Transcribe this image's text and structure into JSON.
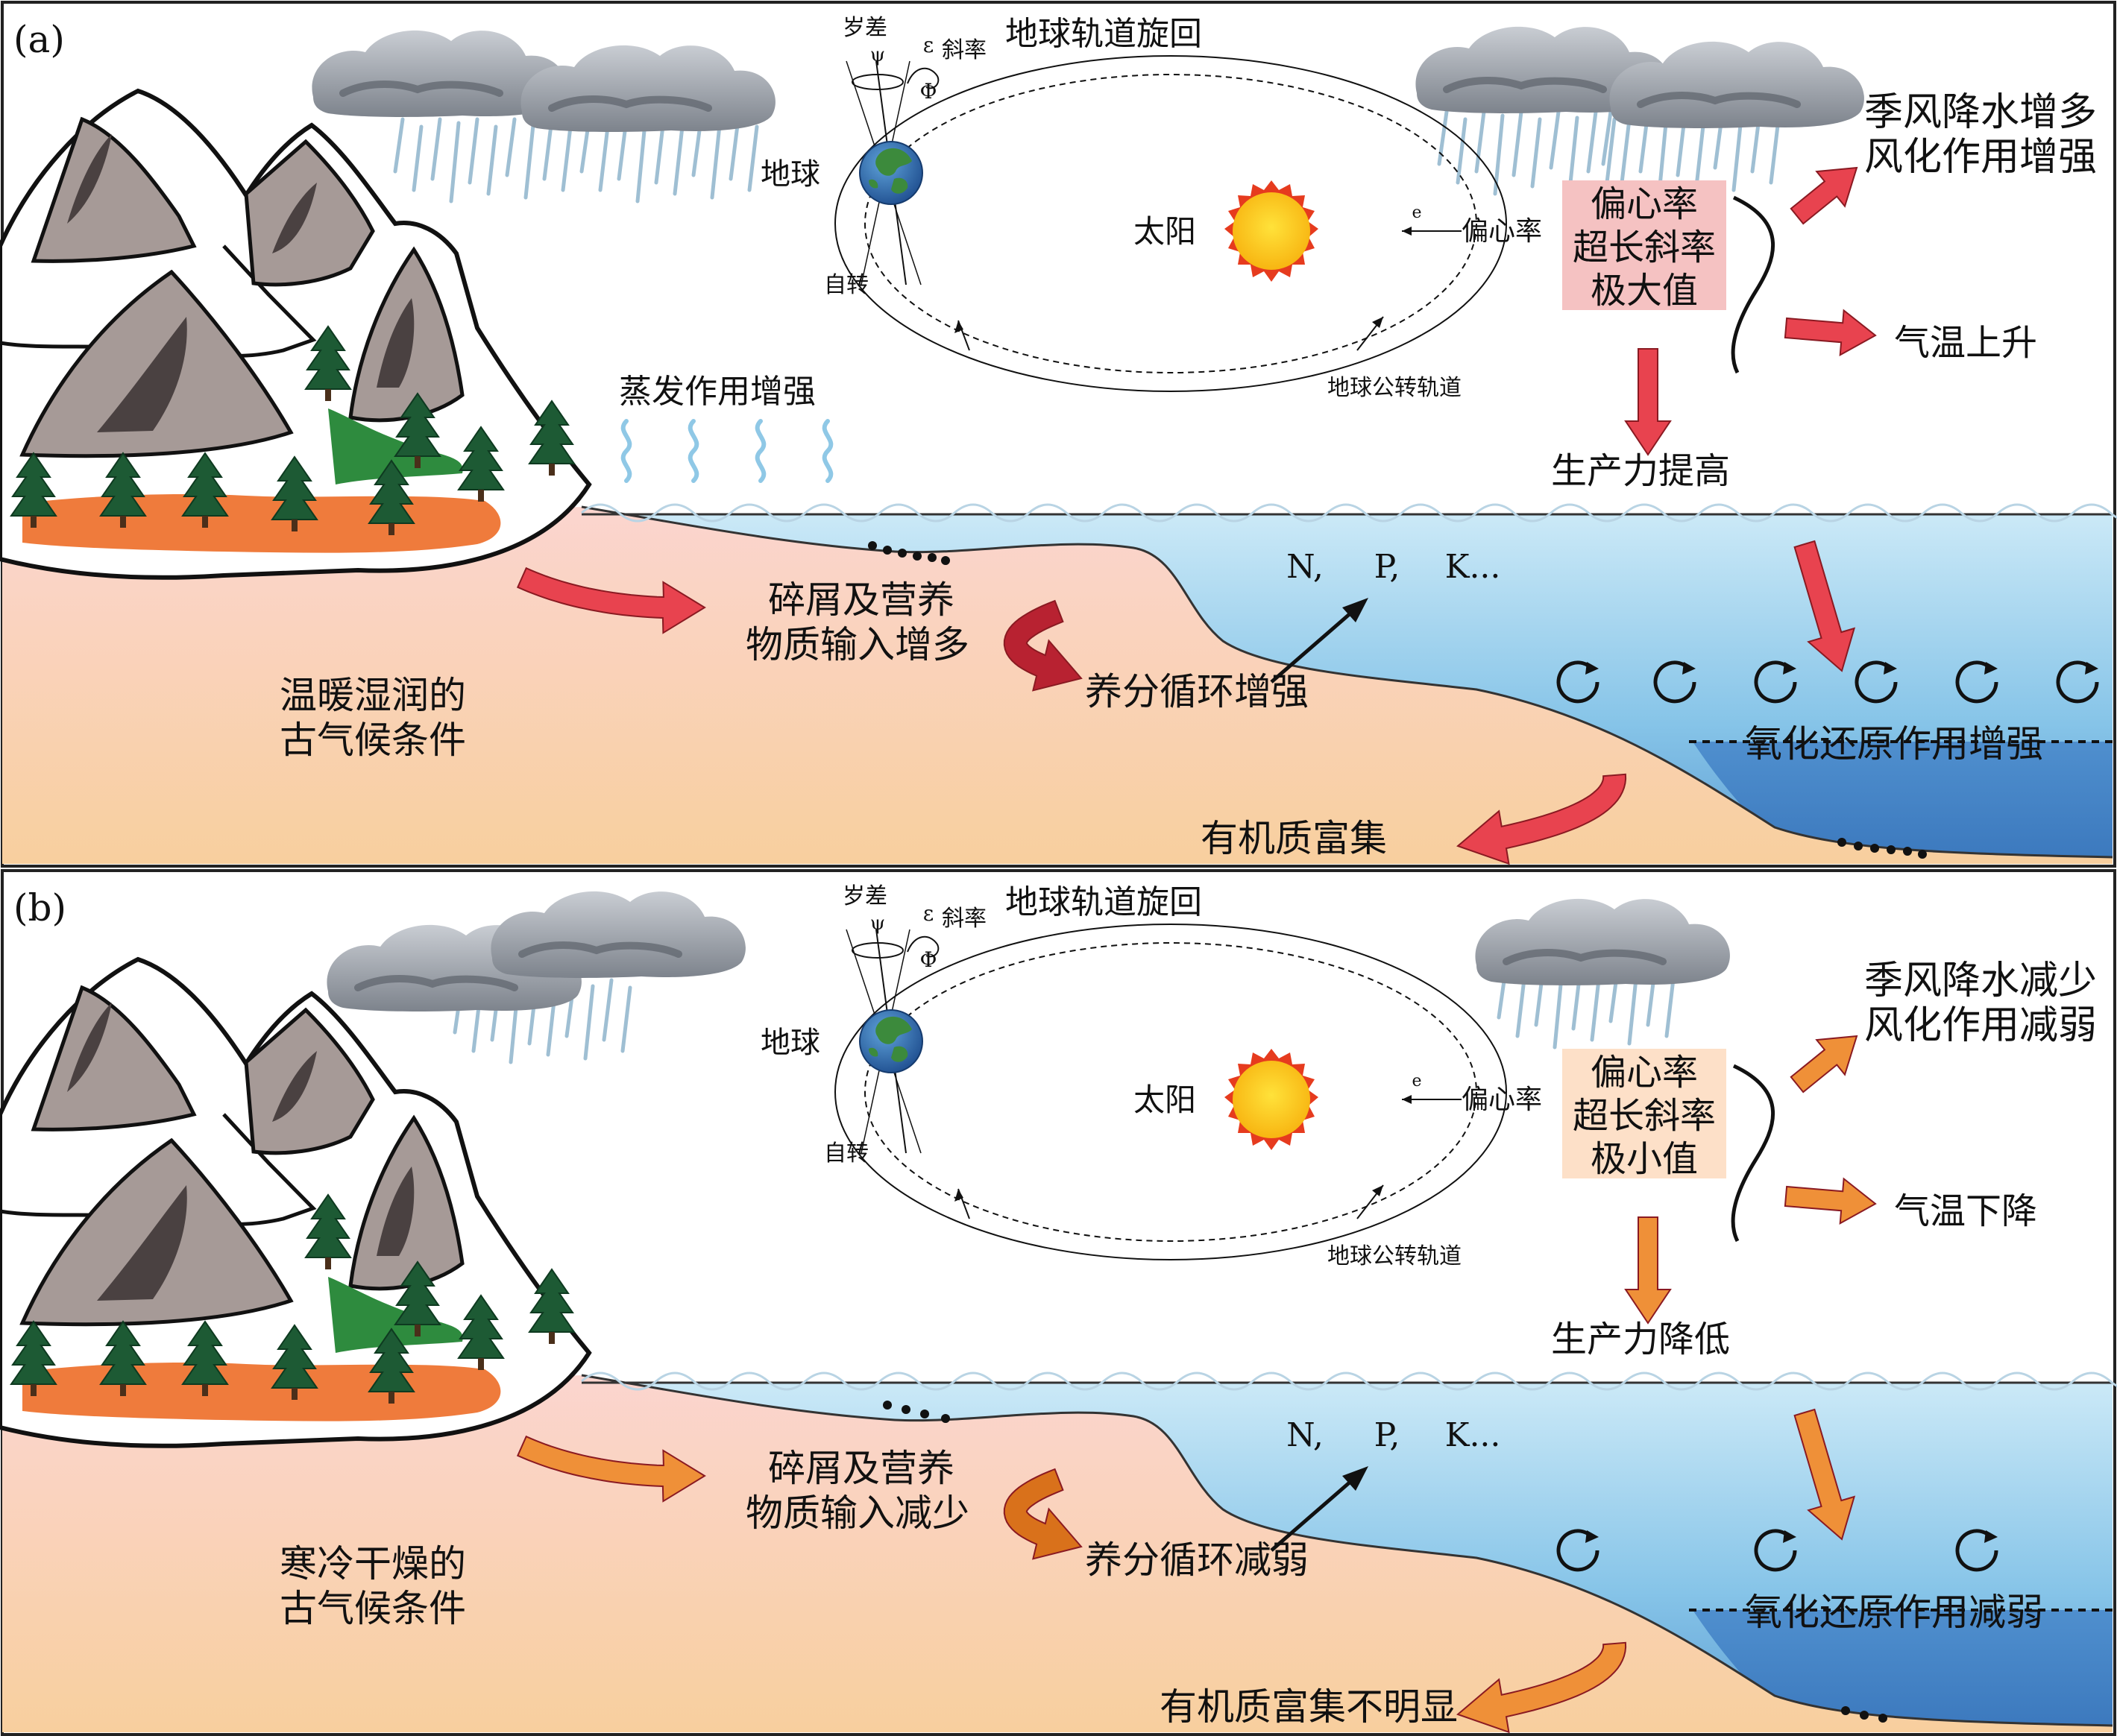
{
  "panels": [
    {
      "id": "a",
      "panel_label": "(a)",
      "orbit_title": "地球轨道旋回",
      "precession_label": "岁差",
      "psi_symbol": "ψ",
      "epsilon_symbol": "ε",
      "obliquity_label": "斜率",
      "phi_symbol": "Φ",
      "earth_label": "地球",
      "rotation_label": "自转",
      "sun_label": "太阳",
      "e_symbol": "e",
      "eccentricity_label": "偏心率",
      "orbit_path_label": "地球公转轨道",
      "state_box_lines": [
        "偏心率",
        "超长斜率",
        "极大值"
      ],
      "state_box_color": "#f5c2c2",
      "effect_top_lines": [
        "季风降水增多",
        "风化作用增强"
      ],
      "effect_temp": "气温上升",
      "productivity": "生产力提高",
      "evaporation": "蒸发作用增强",
      "climate_lines": [
        "温暖湿润的",
        "古气候条件"
      ],
      "input_lines": [
        "碎屑及营养",
        "物质输入增多"
      ],
      "nutrient_cycle": "养分循环增强",
      "nutrients": [
        "N,",
        "P,",
        "K..."
      ],
      "redox": "氧化还原作用增强",
      "organic": "有机质富集",
      "arrow_color": "#e8434f",
      "arrow_dark": "#b82231"
    },
    {
      "id": "b",
      "panel_label": "(b)",
      "orbit_title": "地球轨道旋回",
      "precession_label": "岁差",
      "psi_symbol": "ψ",
      "epsilon_symbol": "ε",
      "obliquity_label": "斜率",
      "phi_symbol": "Φ",
      "earth_label": "地球",
      "rotation_label": "自转",
      "sun_label": "太阳",
      "e_symbol": "e",
      "eccentricity_label": "偏心率",
      "orbit_path_label": "地球公转轨道",
      "state_box_lines": [
        "偏心率",
        "超长斜率",
        "极小值"
      ],
      "state_box_color": "#fde0c8",
      "effect_top_lines": [
        "季风降水减少",
        "风化作用减弱"
      ],
      "effect_temp": "气温下降",
      "productivity": "生产力降低",
      "evaporation": "",
      "climate_lines": [
        "寒冷干燥的",
        "古气候条件"
      ],
      "input_lines": [
        "碎屑及营养",
        "物质输入减少"
      ],
      "nutrient_cycle": "养分循环减弱",
      "nutrients": [
        "N,",
        "P,",
        "K..."
      ],
      "redox": "氧化还原作用减弱",
      "organic": "有机质富集不明显",
      "arrow_color": "#ef9038",
      "arrow_dark": "#d9711b"
    }
  ]
}
